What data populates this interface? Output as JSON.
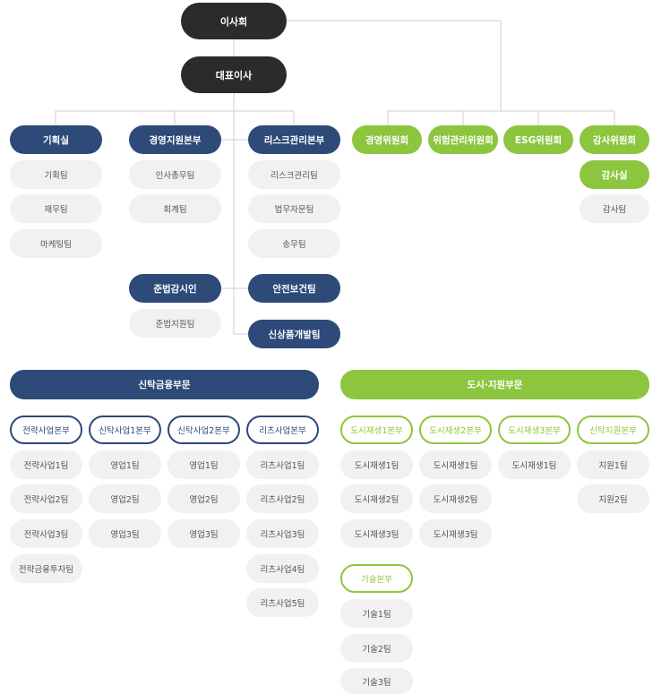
{
  "colors": {
    "dark": "#2b2b2b",
    "navy": "#2d4a78",
    "green": "#8cc63f",
    "grey": "#f1f1f1",
    "line": "#cfcfcf"
  },
  "top": {
    "board": "이사회",
    "ceo": "대표이사"
  },
  "units": {
    "planning": {
      "label": "기획실",
      "teams": [
        "기획팀",
        "재무팀",
        "마케팅팀"
      ]
    },
    "management_support": {
      "label": "경영지원본부",
      "teams": [
        "인사총무팀",
        "회계팀"
      ]
    },
    "risk_management": {
      "label": "리스크관리본부",
      "teams": [
        "리스크관리팀",
        "법무자문팀",
        "송무팀"
      ]
    },
    "compliance_officer": {
      "label": "준법감시인",
      "teams": [
        "준법지원팀"
      ]
    },
    "safety_health": {
      "label": "안전보건팀"
    },
    "new_product": {
      "label": "신상품개발팀"
    }
  },
  "committees": {
    "items": [
      "경영위원회",
      "위험관리위원회",
      "ESG위원회",
      "감사위원회"
    ],
    "audit_office": "감사실",
    "audit_team": "감사팀"
  },
  "divisions": {
    "trust_finance": {
      "label": "신탁금융부문",
      "groups": [
        {
          "label": "전략사업본부",
          "teams": [
            "전략사업1팀",
            "전략사업2팀",
            "전략사업3팀",
            "전략금융투자팀"
          ]
        },
        {
          "label": "신탁사업1본부",
          "teams": [
            "영업1팀",
            "영업2팀",
            "영업3팀"
          ]
        },
        {
          "label": "신탁사업2본부",
          "teams": [
            "영업1팀",
            "영업2팀",
            "영업3팀"
          ]
        },
        {
          "label": "리츠사업본부",
          "teams": [
            "리츠사업1팀",
            "리츠사업2팀",
            "리츠사업3팀",
            "리츠사업4팀",
            "리츠사업5팀"
          ]
        }
      ]
    },
    "urban_support": {
      "label": "도시·지원부문",
      "groups": [
        {
          "label": "도시재생1본부",
          "teams": [
            "도시재생1팀",
            "도시재생2팀",
            "도시재생3팀"
          ]
        },
        {
          "label": "도시재생2본부",
          "teams": [
            "도시재생1팀",
            "도시재생2팀",
            "도시재생3팀"
          ]
        },
        {
          "label": "도시재생3본부",
          "teams": [
            "도시재생1팀"
          ]
        },
        {
          "label": "신탁지원본부",
          "teams": [
            "지원1팀",
            "지원2팀"
          ]
        }
      ],
      "tech": {
        "label": "기술본부",
        "teams": [
          "기술1팀",
          "기술2팀",
          "기술3팀"
        ]
      }
    }
  }
}
